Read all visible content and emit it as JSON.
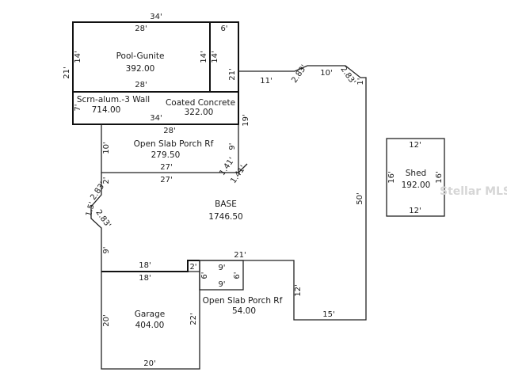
{
  "areas": {
    "pool": {
      "name": "Pool-Gunite",
      "value": "392.00"
    },
    "screen": {
      "name": "Scrn-alum.-3 Wall",
      "value": "714.00"
    },
    "coated": {
      "name": "Coated Concrete",
      "value": "322.00"
    },
    "porch_top": {
      "name": "Open Slab Porch Rf",
      "value": "279.50"
    },
    "base": {
      "name": "BASE",
      "value": "1746.50"
    },
    "garage": {
      "name": "Garage",
      "value": "404.00"
    },
    "porch_bottom": {
      "name": "Open Slab Porch Rf",
      "value": "54.00"
    },
    "shed": {
      "name": "Shed",
      "value": "192.00"
    }
  },
  "dims": {
    "d34": "34'",
    "d28": "28'",
    "d6": "6'",
    "d14": "14'",
    "d21": "21'",
    "d7": "7'",
    "d11": "11'",
    "d283": "2.83'",
    "d10": "10'",
    "d1": "1'",
    "d19": "19'",
    "d9": "9'",
    "d141": "1.41'",
    "d27": "27'",
    "d2": "2'",
    "d15": "1.5'",
    "d50": "50'",
    "d18": "18'",
    "d20": "20'",
    "d22": "22'",
    "d12": "12'",
    "d16": "16'",
    "d15ft": "15'"
  },
  "watermark": "Stellar MLS"
}
